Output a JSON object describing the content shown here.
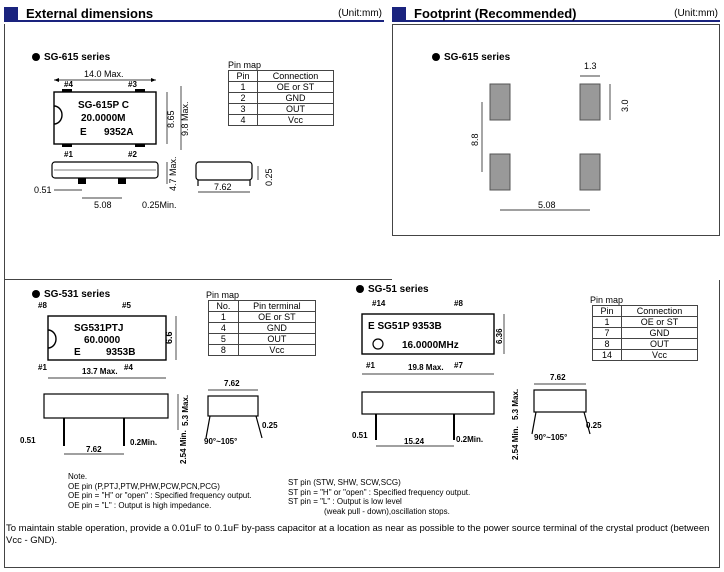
{
  "left_header": {
    "title": "External dimensions",
    "unit": "(Unit:mm)"
  },
  "right_header": {
    "title": "Footprint (Recommended)",
    "unit": "(Unit:mm)"
  },
  "sg615": {
    "series": "SG-615 series",
    "chip_line1": "SG-615P C",
    "chip_line2": "20.0000M",
    "chip_line3": "E",
    "chip_line3b": "9352A",
    "dims": {
      "width": "14.0 Max.",
      "h1": "8.65",
      "h2": "9.8 Max.",
      "height": "4.7 Max.",
      "lead": "0.51",
      "pitch": "5.08",
      "standoff": "0.25Min.",
      "row": "7.62",
      "thick": "0.25",
      "pin4": "#4",
      "pin3": "#3",
      "pin1": "#1",
      "pin2": "#2"
    },
    "pinmap_caption": "Pin map",
    "pinmap_headers": [
      "Pin",
      "Connection"
    ],
    "pinmap_rows": [
      [
        "1",
        "OE or ST"
      ],
      [
        "2",
        "GND"
      ],
      [
        "3",
        "OUT"
      ],
      [
        "4",
        "Vcc"
      ]
    ]
  },
  "footprint": {
    "series": "SG-615 series",
    "pad_w": "1.3",
    "pad_h": "3.0",
    "row": "8.8",
    "pitch": "5.08"
  },
  "sg531": {
    "series": "SG-531 series",
    "chip_line1": "SG531PTJ",
    "chip_line2": "60.0000",
    "chip_line3": "E",
    "chip_line3b": "9353B",
    "dims": {
      "width": "13.7 Max.",
      "h": "6.6",
      "height": "5.3 Max.",
      "lead": "0.51",
      "pitch": "7.62",
      "standoff": "0.2Min.",
      "pinlen": "2.54 Min.",
      "row": "7.62",
      "thick": "0.25",
      "angle": "90°~105°",
      "pin8": "#8",
      "pin5": "#5",
      "pin1": "#1",
      "pin4": "#4"
    },
    "pinmap_caption": "Pin map",
    "pinmap_headers": [
      "No.",
      "Pin terminal"
    ],
    "pinmap_rows": [
      [
        "1",
        "OE or ST"
      ],
      [
        "4",
        "GND"
      ],
      [
        "5",
        "OUT"
      ],
      [
        "8",
        "Vcc"
      ]
    ]
  },
  "sg51": {
    "series": "SG-51 series",
    "chip_line1": "E SG51P 9353B",
    "chip_line2": "16.0000MHz",
    "dims": {
      "width": "19.8 Max.",
      "h": "6.36",
      "height": "5.3 Max.",
      "lead": "0.51",
      "pitch": "15.24",
      "standoff": "0.2Min.",
      "pinlen": "2.54 Min.",
      "row": "7.62",
      "thick": "0.25",
      "angle": "90°~105°",
      "pin14": "#14",
      "pin8": "#8",
      "pin1": "#1",
      "pin7": "#7"
    },
    "pinmap_caption": "Pin map",
    "pinmap_headers": [
      "Pin",
      "Connection"
    ],
    "pinmap_rows": [
      [
        "1",
        "OE or ST"
      ],
      [
        "7",
        "GND"
      ],
      [
        "8",
        "OUT"
      ],
      [
        "14",
        "Vcc"
      ]
    ]
  },
  "note_left": [
    "Note.",
    "OE pin (P,PTJ,PTW,PHW,PCW,PCN,PCG)",
    "OE pin = \"H\" or \"open\" : Specified frequency output.",
    "OE pin = \"L\" : Output is high impedance."
  ],
  "note_right": [
    "ST pin (STW, SHW, SCW,SCG)",
    "ST pin = \"H\" or \"open\" : Specified frequency output.",
    "ST pin = \"L\" : Output is low level",
    "(weak pull - down),oscillation stops."
  ],
  "footer": "To maintain stable operation, provide a 0.01uF to 0.1uF by-pass capacitor at a location as near as possible to the power source terminal of the crystal product (between Vcc - GND)."
}
